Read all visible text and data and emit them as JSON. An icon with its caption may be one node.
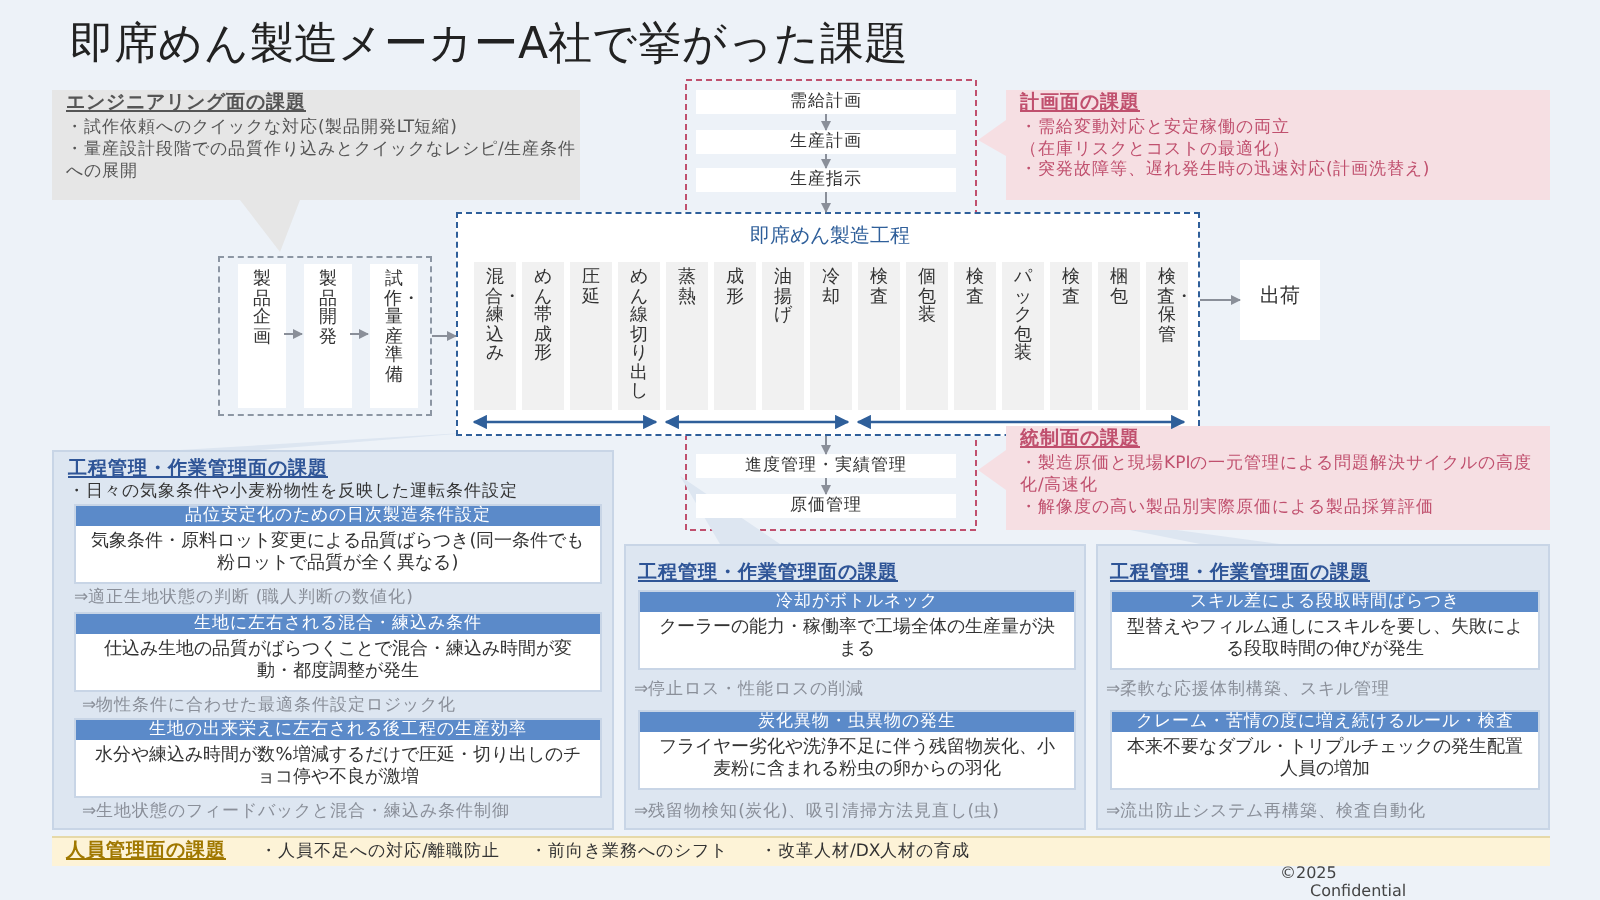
{
  "diagram": {
    "title": "即席めん製造メーカーA社で挙がった課題",
    "nodes": [
      {
        "text": [
          "エンジニアリング面の課題",
          "・試作依頼へのクイックな対応(製品開発LT短縮)",
          "・量産設計段階での品質作り込みとクイックなレシピ/生産条件への展開"
        ]
      },
      {
        "text": [
          "計画面の課題",
          "・需給変動対応と安定稼働の両立（在庫リスクとコストの最適化）",
          "・突発故障等、遅れ発生時の迅速対応(計画洗替え)"
        ]
      },
      {
        "text": [
          "需給計画"
        ]
      },
      {
        "text": [
          "生産計画"
        ]
      },
      {
        "text": [
          "生産指示"
        ]
      },
      {
        "text": [],
        "shape": "box"
      },
      {
        "text": [
          "製品企画"
        ],
        "in": 5
      },
      {
        "text": [
          "製品開発"
        ],
        "in": 5
      },
      {
        "text": [
          "試作・量産準備"
        ],
        "in": 5
      },
      {
        "text": [
          "即席めん製造工程"
        ]
      },
      {
        "text": [
          "混合・練込み"
        ],
        "in": 9
      },
      {
        "text": [
          "めん帯成形"
        ],
        "in": 9
      },
      {
        "text": [
          "圧延"
        ],
        "in": 9
      },
      {
        "text": [
          "めん線切り出し"
        ],
        "in": 9
      },
      {
        "text": [
          "蒸熱"
        ],
        "in": 9
      },
      {
        "text": [
          "成形"
        ],
        "in": 9
      },
      {
        "text": [
          "油揚げ"
        ],
        "in": 9
      },
      {
        "text": [
          "冷却"
        ],
        "in": 9
      },
      {
        "text": [
          "検査"
        ],
        "in": 9
      },
      {
        "text": [
          "個包装"
        ],
        "in": 9
      },
      {
        "text": [
          "検査"
        ],
        "in": 9
      },
      {
        "text": [
          "パック包装"
        ],
        "in": 9
      },
      {
        "text": [
          "検査"
        ],
        "in": 9
      },
      {
        "text": [
          "梱包"
        ],
        "in": 9
      },
      {
        "text": [
          "検査・保管"
        ],
        "in": 9
      },
      {
        "text": [
          "出荷"
        ]
      },
      {
        "text": [
          "進度管理・実績管理"
        ]
      },
      {
        "text": [
          "原価管理"
        ]
      },
      {
        "text": [
          "統制面の課題",
          "・製造原価と現場KPIの一元管理による問題解決サイクルの高度化/高速化",
          "・解像度の高い製品別実際原価による製品採算評価"
        ]
      },
      {
        "text": [
          "工程管理・作業管理面の課題",
          "・日々の気象条件や小麦粉物性を反映した運転条件設定",
          "⇒適正生地状態の判断 (職人判断の数値化)",
          "⇒物性条件に合わせた最適条件設定ロジック化",
          "⇒生地状態のフィードバックと混合・練込み条件制御"
        ]
      },
      {
        "text": [
          "品位安定化のための日次製造条件設定",
          "気象条件・原料ロット変更による品質ばらつき(同一条件でも粉ロットで品質が全く異なる)"
        ],
        "in": 29
      },
      {
        "text": [
          "生地に左右される混合・練込み条件",
          "仕込み生地の品質がばらつくことで混合・練込み時間が変動・都度調整が発生"
        ],
        "in": 29
      },
      {
        "text": [
          "生地の出来栄えに左右される後工程の生産効率",
          "水分や練込み時間が数%増減するだけで圧延・切り出しのチョコ停や不良が激増"
        ],
        "in": 29
      },
      {
        "text": [
          "工程管理・作業管理面の課題",
          "⇒停止ロス・性能ロスの削減",
          "⇒残留物検知(炭化)、吸引清掃方法見直し(虫)"
        ]
      },
      {
        "text": [
          "冷却がボトルネック",
          "クーラーの能力・稼働率で工場全体の生産量が決まる"
        ],
        "in": 33
      },
      {
        "text": [
          "炭化異物・虫異物の発生",
          "フライヤー劣化や洗浄不足に伴う残留物炭化、小麦粉に含まれる粉虫の卵からの羽化"
        ],
        "in": 33
      },
      {
        "text": [
          "工程管理・作業管理面の課題",
          "⇒柔軟な応援体制構築、スキル管理",
          "⇒流出防止システム再構築、検査自動化"
        ]
      },
      {
        "text": [
          "スキル差による段取時間ばらつき",
          "型替えやフィルム通しにスキルを要し、失敗による段取時間の伸びが発生"
        ],
        "in": 36
      },
      {
        "text": [
          "クレーム・苦情の度に増え続けるルール・検査",
          "本来不要なダブル・トリプルチェックの発生配置人員の増加"
        ],
        "in": 36
      },
      {
        "text": [
          "人員管理面の課題",
          "・人員不足への対応/離職防止",
          "・前向き業務へのシフト",
          "・改革人材/DX人材の育成"
        ]
      }
    ],
    "edges": [
      {
        "from": 2,
        "to": 3,
        "arrow": "to"
      },
      {
        "from": 3,
        "to": 4,
        "arrow": "to"
      },
      {
        "from": 4,
        "to": 9,
        "arrow": "to"
      },
      {
        "from": 6,
        "to": 7,
        "arrow": "to"
      },
      {
        "from": 7,
        "to": 8,
        "arrow": "to"
      },
      {
        "from": 5,
        "to": 9,
        "arrow": "to"
      },
      {
        "from": 9,
        "to": 25,
        "arrow": "to"
      },
      {
        "from": 9,
        "to": 26,
        "arrow": "to"
      },
      {
        "from": 26,
        "to": 27,
        "arrow": "to"
      },
      {
        "from": 10,
        "to": 13,
        "arrow": "both",
        "color": "#2f5f9a"
      },
      {
        "from": 14,
        "to": 17,
        "arrow": "both",
        "color": "#2f5f9a"
      },
      {
        "from": 18,
        "to": 24,
        "arrow": "both",
        "color": "#2f5f9a"
      }
    ],
    "labels": [
      "©2025",
      "Confidential"
    ]
  }
}
